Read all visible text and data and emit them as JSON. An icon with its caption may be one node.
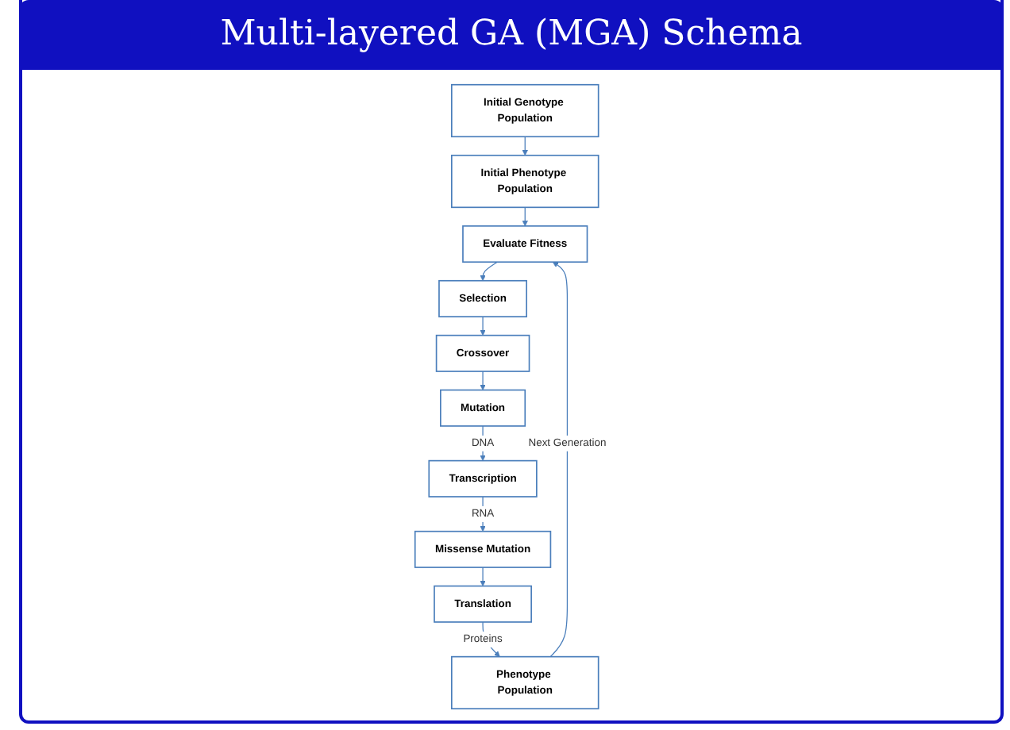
{
  "diagram": {
    "title": "Multi-layered GA (MGA) Schema",
    "nodes": [
      {
        "text": [
          "Initial Genotype Population"
        ]
      },
      {
        "text": [
          "Initial Phenotype Population"
        ]
      },
      {
        "text": [
          "Evaluate Fitness"
        ]
      },
      {
        "text": [
          "Selection"
        ]
      },
      {
        "text": [
          "Crossover"
        ]
      },
      {
        "text": [
          "Mutation"
        ]
      },
      {
        "text": [
          "Transcription"
        ]
      },
      {
        "text": [
          "Missense Mutation"
        ]
      },
      {
        "text": [
          "Translation"
        ]
      },
      {
        "text": [
          "Phenotype Population"
        ]
      }
    ],
    "edges": [
      {
        "from": 0,
        "to": 1,
        "arrow": "to"
      },
      {
        "from": 1,
        "to": 2,
        "arrow": "to"
      },
      {
        "from": 2,
        "to": 3,
        "arrow": "to"
      },
      {
        "from": 3,
        "to": 4,
        "arrow": "to"
      },
      {
        "from": 4,
        "to": 5,
        "arrow": "to"
      },
      {
        "from": 5,
        "to": 6,
        "arrow": "to",
        "label": "DNA"
      },
      {
        "from": 6,
        "to": 7,
        "arrow": "to",
        "label": "RNA"
      },
      {
        "from": 7,
        "to": 8,
        "arrow": "to"
      },
      {
        "from": 8,
        "to": 9,
        "arrow": "to",
        "label": "Proteins"
      },
      {
        "from": 9,
        "to": 2,
        "arrow": "to",
        "label": "Next Generation"
      }
    ]
  }
}
